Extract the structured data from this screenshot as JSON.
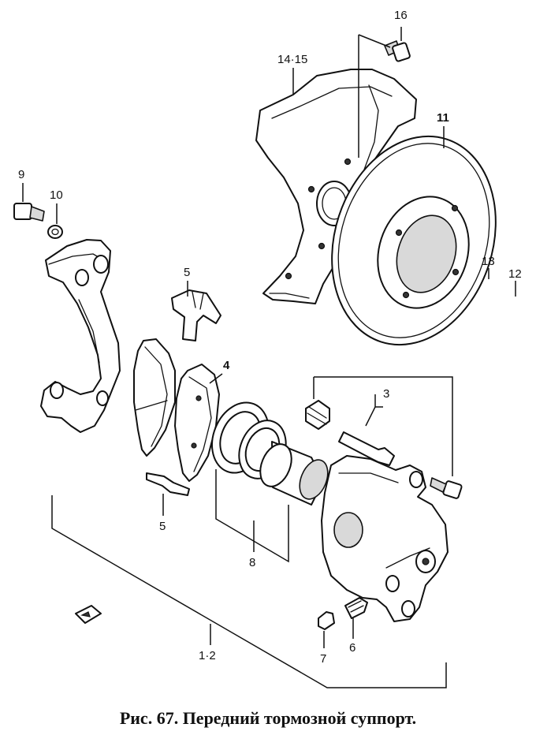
{
  "labels": {
    "l16": "16",
    "l1415": "14·15",
    "l11": "11",
    "l9": "9",
    "l10": "10",
    "l5a": "5",
    "l4": "4",
    "l3": "3",
    "l13": "13",
    "l12": "12",
    "l5b": "5",
    "l8": "8",
    "l7": "7",
    "l6": "6",
    "l12b": "1·2"
  },
  "caption": "Рис. 67. Передний тормозной суппорт."
}
